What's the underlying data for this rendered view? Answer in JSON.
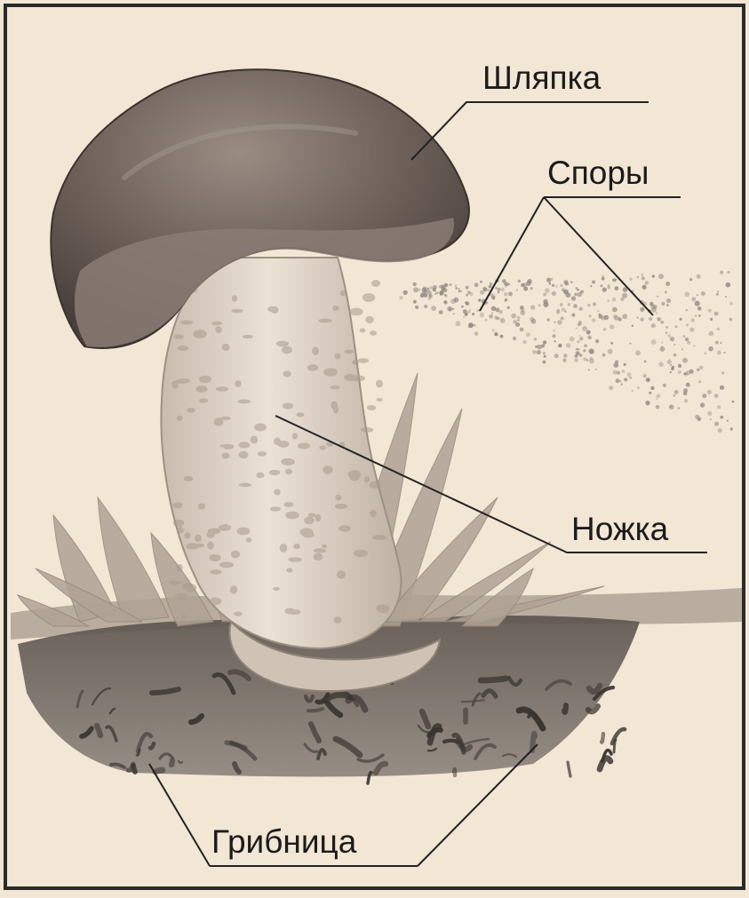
{
  "labels": {
    "cap": "Шляпка",
    "spores": "Споры",
    "stem": "Ножка",
    "mycelium": "Грибница"
  },
  "colors": {
    "background": "#f2e6d4",
    "frame": "#2a2a2a",
    "cap": "#6b5e57",
    "stem": "#d8ccbd",
    "grass": "#b8ab9e",
    "soil": "#4f4843",
    "line": "#222222"
  }
}
